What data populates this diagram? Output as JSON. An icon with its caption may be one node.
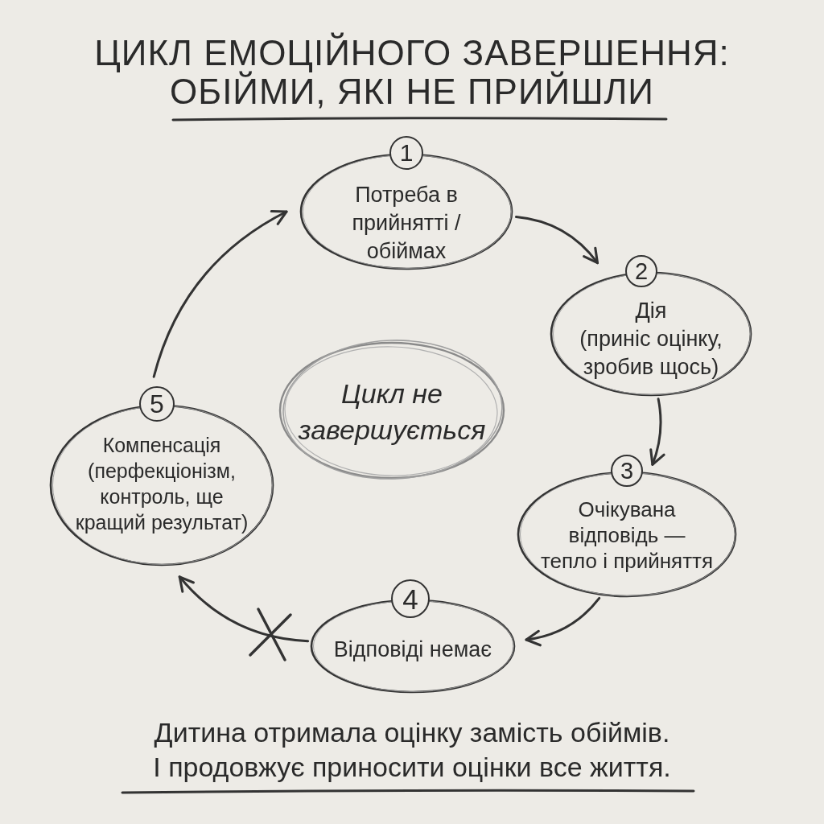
{
  "diagram": {
    "title": "ЦИКЛ ЕМОЦІЙНОГО ЗАВЕРШЕННЯ: ОБІЙМИ, ЯКІ НЕ ПРИЙШЛИ",
    "caption": "Дитина отримала оцінку замість обіймів. І продовжує приносити оцінки все життя.",
    "nodes": [
      {
        "text": [
          "1",
          "Потреба в прийнятті / обіймах"
        ]
      },
      {
        "text": [
          "2",
          "Дія",
          "(приніс оцінку, зробив щось)"
        ]
      },
      {
        "text": [
          "3",
          "Очікувана відповідь — тепло і прийняття"
        ]
      },
      {
        "text": [
          "4",
          "Відповіді немає"
        ]
      },
      {
        "text": [
          "5",
          "Компенсація",
          "(перфекціонізм, контроль, ще кращий результат)"
        ]
      },
      {
        "text": [
          "Цикл не завершується"
        ]
      }
    ],
    "edges": [
      {
        "from": 0,
        "to": 1,
        "arrow": "to"
      },
      {
        "from": 1,
        "to": 2,
        "arrow": "to"
      },
      {
        "from": 2,
        "to": 3,
        "arrow": "to"
      },
      {
        "from": 3,
        "to": 4,
        "arrow": "to"
      },
      {
        "from": 4,
        "to": 0,
        "arrow": "to"
      }
    ]
  }
}
